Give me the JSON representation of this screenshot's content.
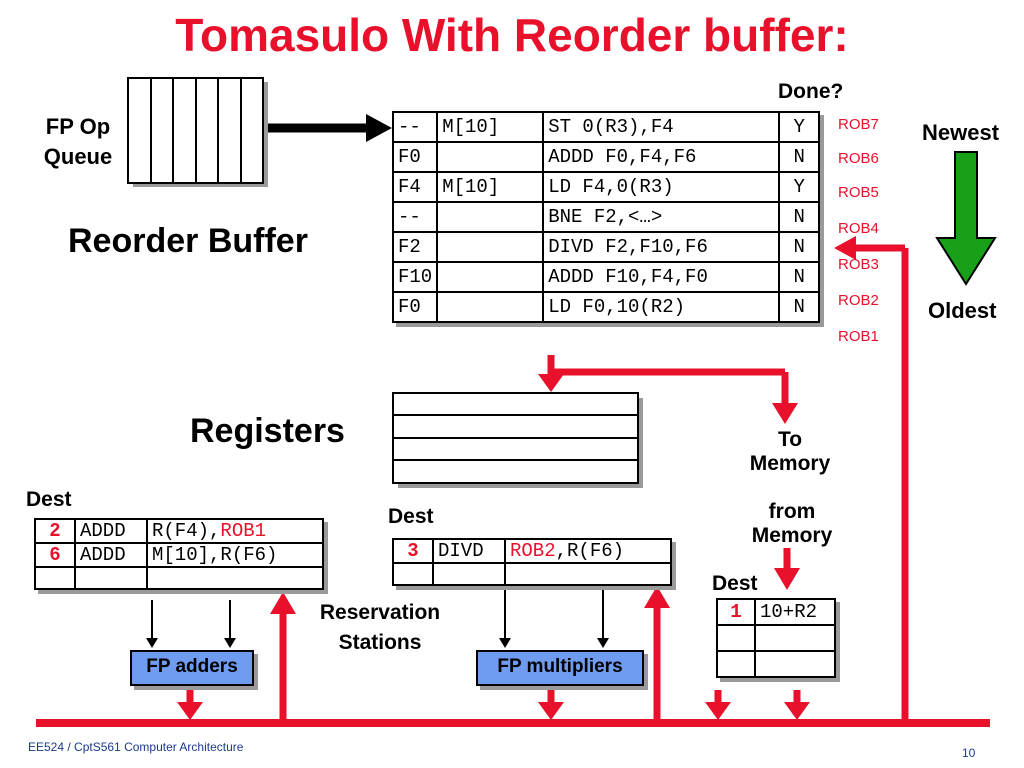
{
  "title": "Tomasulo With Reorder buffer:",
  "fp_op_queue_label": [
    "FP Op",
    "Queue"
  ],
  "reorder_buffer_label": "Reorder Buffer",
  "done_label": "Done?",
  "newest_label": "Newest",
  "oldest_label": "Oldest",
  "registers_label": "Registers",
  "to_memory_label": [
    "To",
    "Memory"
  ],
  "from_memory_label": [
    "from",
    "Memory"
  ],
  "reservation_stations_label": [
    "Reservation",
    "Stations"
  ],
  "dest_label": "Dest",
  "rob": [
    {
      "dest": "--",
      "value": "M[10]",
      "instr": "ST 0(R3),F4",
      "done": "Y",
      "tag": "ROB7"
    },
    {
      "dest": "F0",
      "value": "",
      "instr": "ADDD F0,F4,F6",
      "done": "N",
      "tag": "ROB6"
    },
    {
      "dest": "F4",
      "value": "M[10]",
      "instr": "LD F4,0(R3)",
      "done": "Y",
      "tag": "ROB5"
    },
    {
      "dest": "--",
      "value": "",
      "instr": "BNE F2,<…>",
      "done": "N",
      "tag": "ROB4"
    },
    {
      "dest": "F2",
      "value": "",
      "instr": "DIVD F2,F10,F6",
      "done": "N",
      "tag": "ROB3"
    },
    {
      "dest": "F10",
      "value": "",
      "instr": "ADDD F10,F4,F0",
      "done": "N",
      "tag": "ROB2"
    },
    {
      "dest": "F0",
      "value": "",
      "instr": "LD F0,10(R2)",
      "done": "N",
      "tag": "ROB1"
    }
  ],
  "adder_rs": [
    {
      "dest": "2",
      "op": "ADDD",
      "src1": "R(F4),",
      "src1_red": "ROB1"
    },
    {
      "dest": "6",
      "op": "ADDD",
      "src1": "M[10],R(F6)",
      "src1_red": ""
    }
  ],
  "mult_rs": [
    {
      "dest": "3",
      "op": "DIVD",
      "src_red": "ROB2",
      "src": ",R(F6)"
    }
  ],
  "load_buffer": [
    {
      "dest": "1",
      "addr": "10+R2"
    }
  ],
  "fp_adders_label": "FP adders",
  "fp_multipliers_label": "FP multipliers",
  "footer_left": "EE524 / CptS561 Computer Architecture",
  "page_number": "10",
  "colors": {
    "title": "#e8102b",
    "bus": "#e8102b",
    "unit": "#6f9cf0",
    "arrow_green": "#18a018"
  }
}
